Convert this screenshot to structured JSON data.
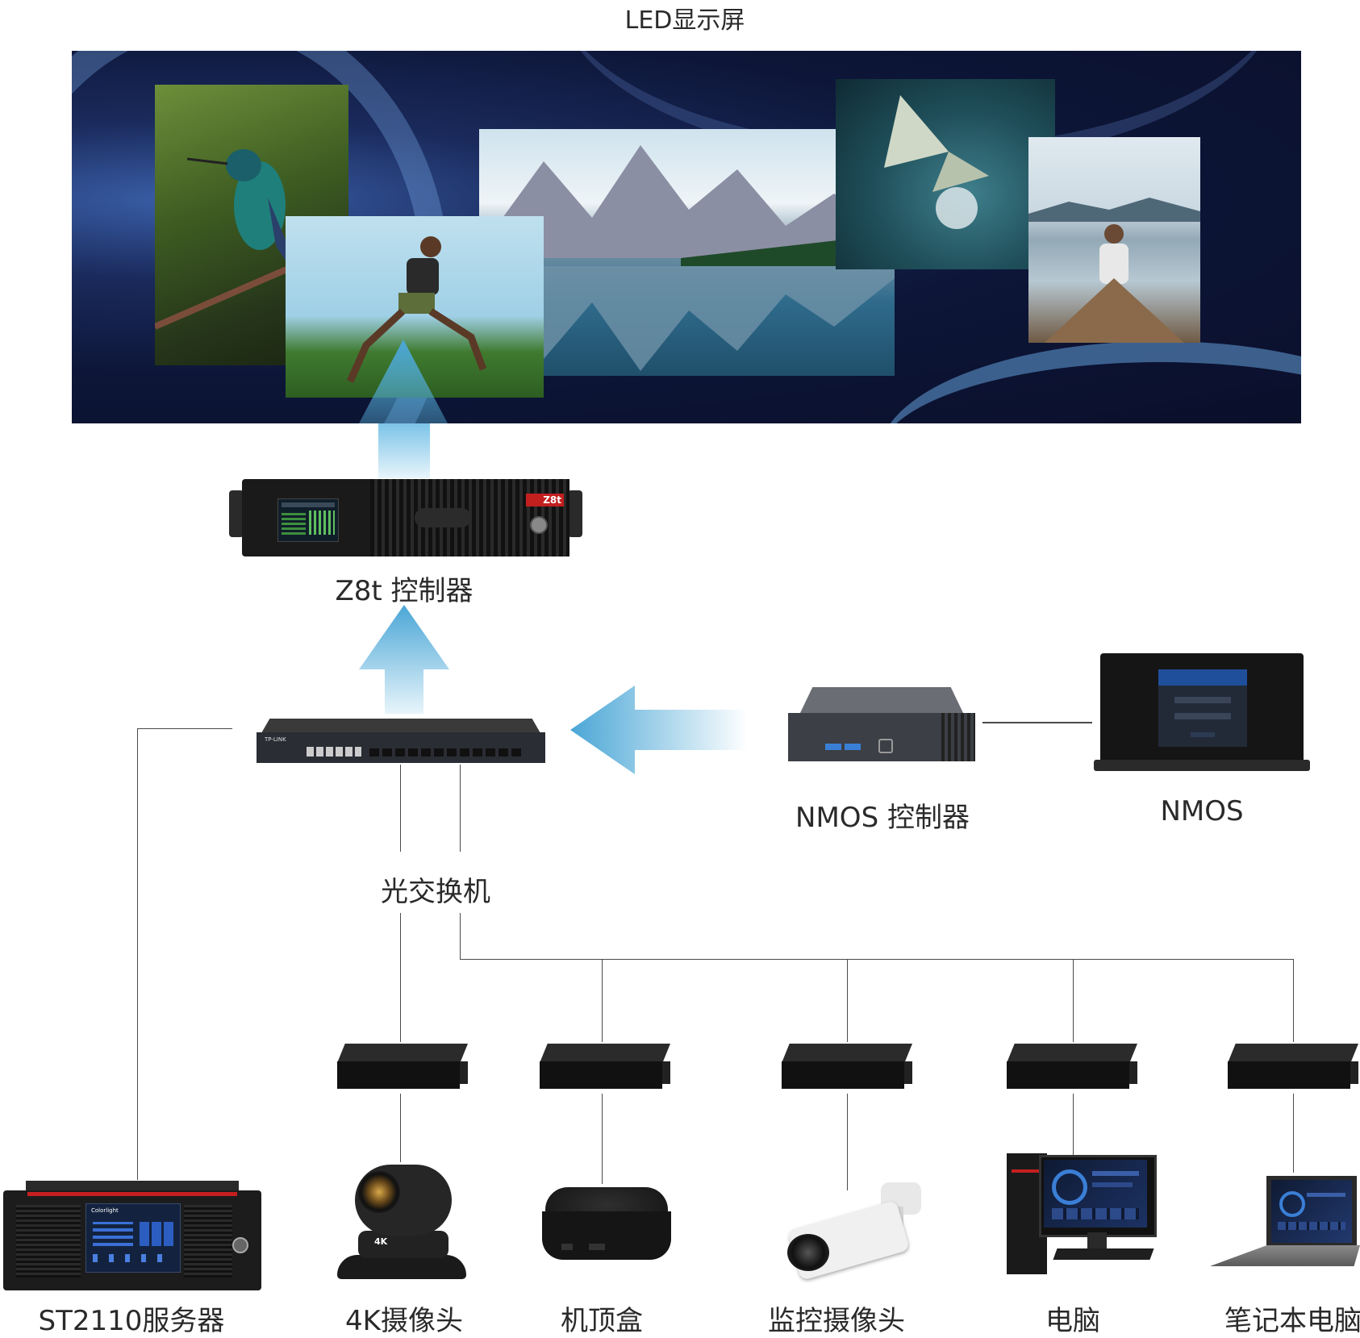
{
  "title": "LED显示屏",
  "nodes": {
    "z8t": "Z8t 控制器",
    "switch": "光交换机",
    "nmos_controller": "NMOS 控制器",
    "nmos": "NMOS",
    "st2110": "ST2110服务器",
    "cam4k": "4K摄像头",
    "stb": "机顶盒",
    "cctv": "监控摄像头",
    "pc": "电脑",
    "laptop": "笔记本电脑"
  },
  "device_text": {
    "z8t_badge": "Z8t",
    "tplink": "TP-LINK",
    "colorlight": "Colorlight",
    "cam_badge": "4K"
  },
  "colors": {
    "arrow": "#4aa6d6",
    "line": "#4a4a4a",
    "led_bg": "#0d1638"
  }
}
